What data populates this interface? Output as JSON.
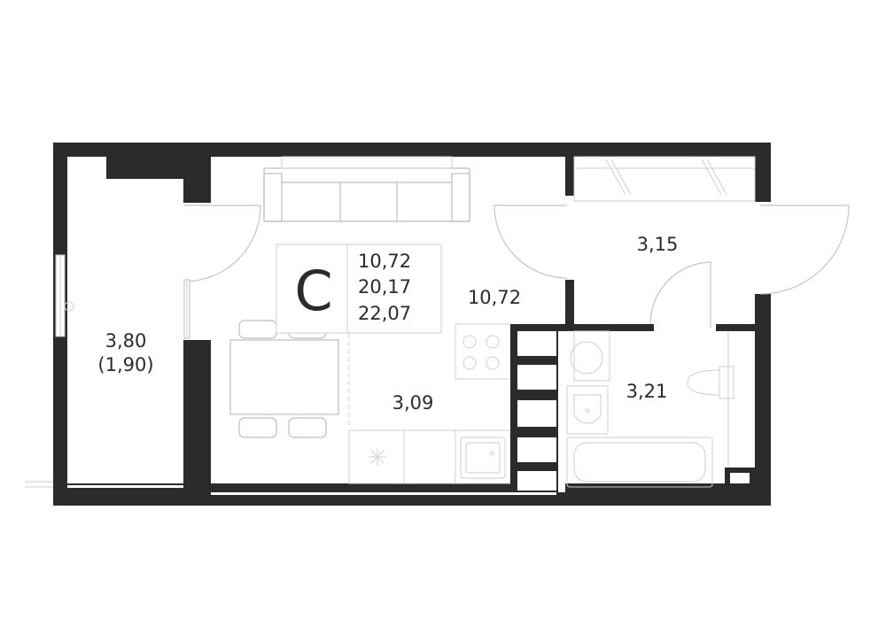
{
  "plan": {
    "type_letter": "С",
    "summary_areas": [
      "10,72",
      "20,17",
      "22,07"
    ],
    "rooms": {
      "living": "10,72",
      "kitchen": "3,09",
      "hall": "3,15",
      "bathroom": "3,21",
      "balcony_line1": "3,80",
      "balcony_line2": "(1,90)"
    }
  },
  "colors": {
    "wall": "#2b2b2b",
    "fixture_line": "#bdbdbd",
    "background": "#ffffff"
  }
}
